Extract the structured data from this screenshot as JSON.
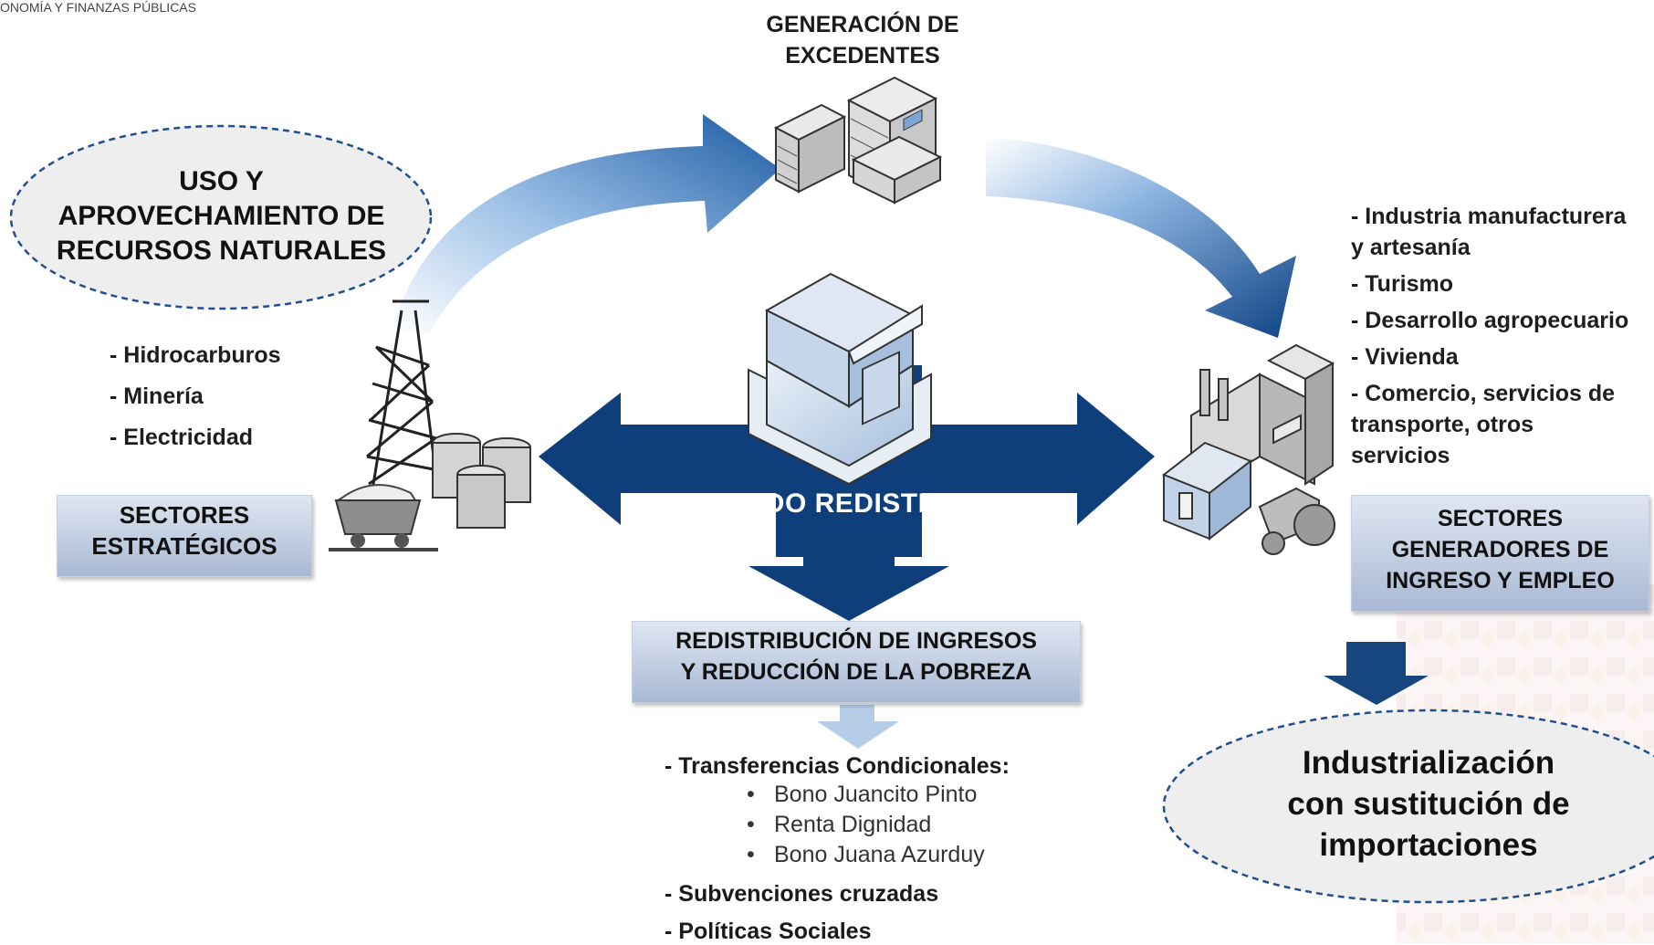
{
  "header": {
    "ministry_text": "ONOMÍA Y FINANZAS PÚBLICAS"
  },
  "top": {
    "line1": "GENERACIÓN DE",
    "line2": "EXCEDENTES"
  },
  "left_ellipse": {
    "line1": "USO Y",
    "line2": "APROVECHAMIENTO DE",
    "line3": "RECURSOS NATURALES"
  },
  "left_list": [
    "- Hidrocarburos",
    "- Minería",
    "- Electricidad"
  ],
  "left_box": {
    "line1": "SECTORES",
    "line2": "ESTRATÉGICOS"
  },
  "center": {
    "estado": "ESTADO REDISTRIBUIDOR"
  },
  "center_box": {
    "line1": "REDISTRIBUCIÓN DE INGRESOS",
    "line2": "Y REDUCCIÓN DE LA POBREZA"
  },
  "transfers": {
    "heading": "- Transferencias Condicionales:",
    "bullets": [
      "Bono Juancito Pinto",
      "Renta Dignidad",
      "Bono Juana Azurduy"
    ],
    "subsidies": "- Subvenciones cruzadas",
    "social": "- Políticas Sociales"
  },
  "right_list": [
    "- Industria manufacturera",
    "y artesanía",
    "- Turismo",
    "- Desarrollo agropecuario",
    "- Vivienda",
    "- Comercio, servicios de",
    "transporte, otros",
    "servicios"
  ],
  "right_box": {
    "line1": "SECTORES",
    "line2": "GENERADORES DE",
    "line3": "INGRESO Y EMPLEO"
  },
  "right_ellipse": {
    "line1": "Industrialización",
    "line2": "con sustitución de",
    "line3": "importaciones"
  },
  "colors": {
    "dark_blue": "#0e3f7a",
    "light_blue": "#6f9fd8",
    "box_gradient_top": "#dfe6f1",
    "box_gradient_bottom": "#a9b9d4"
  }
}
